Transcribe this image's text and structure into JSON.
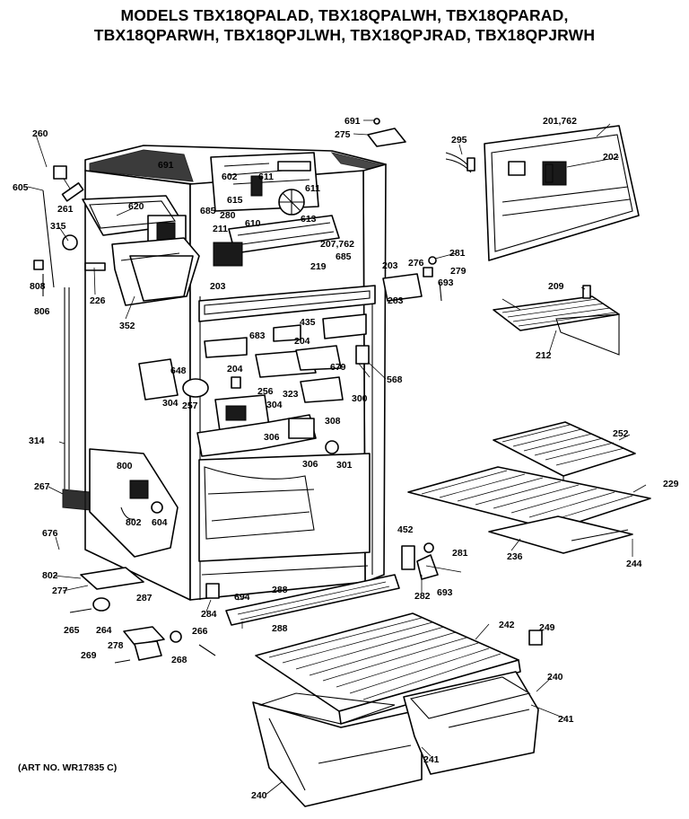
{
  "header": {
    "line1": "MODELS TBX18QPALAD, TBX18QPALWH, TBX18QPARAD,",
    "line2": "TBX18QPARWH, TBX18QPJLWH, TBX18QPJRAD, TBX18QPJRWH"
  },
  "art_number": "(ART NO. WR17835 C)",
  "callouts": {
    "c260": "260",
    "c605": "605",
    "c261": "261",
    "c315": "315",
    "c691a": "691",
    "c602": "602",
    "c611a": "611",
    "c620": "620",
    "c615": "615",
    "c610": "610",
    "c611b": "611",
    "c685a": "685",
    "c280": "280",
    "c613": "613",
    "c211": "211",
    "c808": "808",
    "c806": "806",
    "c226": "226",
    "c352": "352",
    "c691b": "691",
    "c275": "275",
    "c201762": "201,762",
    "c295": "295",
    "c202": "202",
    "c207762": "207,762",
    "c219": "219",
    "c685b": "685",
    "c281a": "281",
    "c276": "276",
    "c279": "279",
    "c203a": "203",
    "c693a": "693",
    "c203b": "203",
    "c283": "283",
    "c209": "209",
    "c212": "212",
    "c435": "435",
    "c683": "683",
    "c204a": "204",
    "c648": "648",
    "c204b": "204",
    "c679": "679",
    "c568": "568",
    "c304a": "304",
    "c257": "257",
    "c256": "256",
    "c323": "323",
    "c300": "300",
    "c304b": "304",
    "c308a": "308",
    "c314": "314",
    "c252": "252",
    "c267": "267",
    "c306a": "306",
    "c306b": "306",
    "c301": "301",
    "c229": "229",
    "c800": "800",
    "c802a": "802",
    "c604": "604",
    "c676": "676",
    "c452": "452",
    "c281b": "281",
    "c236": "236",
    "c244": "244",
    "c802b": "802",
    "c277": "277",
    "c287": "287",
    "c284": "284",
    "c694": "694",
    "c288a": "288",
    "c282": "282",
    "c693b": "693",
    "c265": "265",
    "c264": "264",
    "c266": "266",
    "c288b": "288",
    "c242": "242",
    "c249": "249",
    "c278": "278",
    "c269": "269",
    "c268": "268",
    "c240a": "240",
    "c241a": "241",
    "c241b": "241",
    "c240b": "240"
  }
}
